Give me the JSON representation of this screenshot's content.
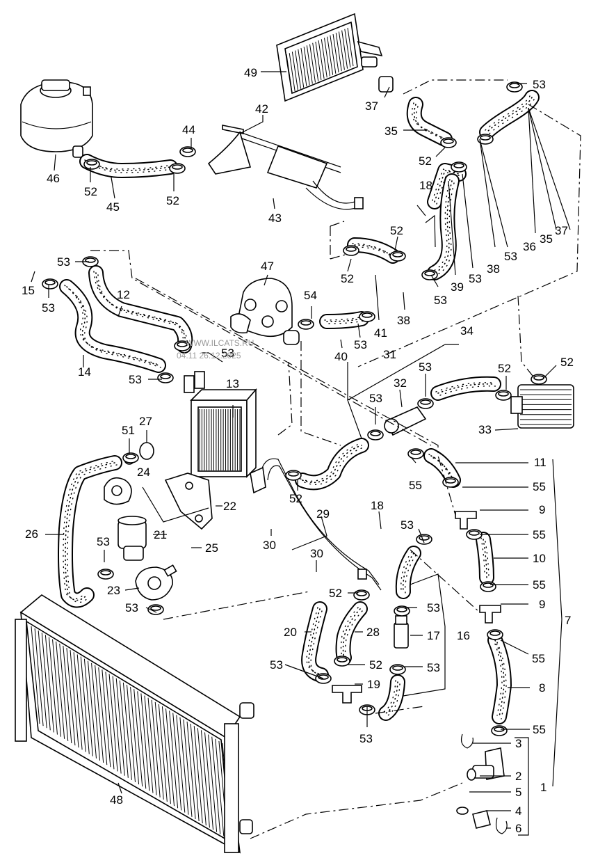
{
  "watermark": {
    "line1": "WWW.ILCATS.RU",
    "line2": "04.11 26.12.2025"
  },
  "callouts": [
    {
      "id": "c49",
      "text": "49"
    },
    {
      "id": "c53a",
      "text": "53"
    },
    {
      "id": "c37a",
      "text": "37"
    },
    {
      "id": "c35a",
      "text": "35"
    },
    {
      "id": "c52a",
      "text": "52"
    },
    {
      "id": "c18a",
      "text": "18"
    },
    {
      "id": "c36",
      "text": "36"
    },
    {
      "id": "c35b",
      "text": "35"
    },
    {
      "id": "c37b",
      "text": "37"
    },
    {
      "id": "c38a",
      "text": "38"
    },
    {
      "id": "c53b",
      "text": "53"
    },
    {
      "id": "c39",
      "text": "39"
    },
    {
      "id": "c53c",
      "text": "53"
    },
    {
      "id": "c46",
      "text": "46"
    },
    {
      "id": "c42",
      "text": "42"
    },
    {
      "id": "c44",
      "text": "44"
    },
    {
      "id": "c52b",
      "text": "52"
    },
    {
      "id": "c45",
      "text": "45"
    },
    {
      "id": "c52c",
      "text": "52"
    },
    {
      "id": "c43",
      "text": "43"
    },
    {
      "id": "c52d",
      "text": "52"
    },
    {
      "id": "c52e",
      "text": "52"
    },
    {
      "id": "c53d",
      "text": "53"
    },
    {
      "id": "c53e",
      "text": "53"
    },
    {
      "id": "c15",
      "text": "15"
    },
    {
      "id": "c53f",
      "text": "53"
    },
    {
      "id": "c47",
      "text": "47"
    },
    {
      "id": "c12",
      "text": "12"
    },
    {
      "id": "c54",
      "text": "54"
    },
    {
      "id": "c41",
      "text": "41"
    },
    {
      "id": "c38b",
      "text": "38"
    },
    {
      "id": "c53g",
      "text": "53"
    },
    {
      "id": "c40",
      "text": "40"
    },
    {
      "id": "c34",
      "text": "34"
    },
    {
      "id": "c14",
      "text": "14"
    },
    {
      "id": "c53h",
      "text": "53"
    },
    {
      "id": "c53i",
      "text": "53"
    },
    {
      "id": "c31",
      "text": "31"
    },
    {
      "id": "c53j",
      "text": "53"
    },
    {
      "id": "c32",
      "text": "32"
    },
    {
      "id": "c52f",
      "text": "52"
    },
    {
      "id": "c52g",
      "text": "52"
    },
    {
      "id": "c53k",
      "text": "53"
    },
    {
      "id": "c13",
      "text": "13"
    },
    {
      "id": "c33",
      "text": "33"
    },
    {
      "id": "c51",
      "text": "51"
    },
    {
      "id": "c27",
      "text": "27"
    },
    {
      "id": "c11",
      "text": "11"
    },
    {
      "id": "c55a",
      "text": "55"
    },
    {
      "id": "c55b",
      "text": "55"
    },
    {
      "id": "c24",
      "text": "24"
    },
    {
      "id": "c52h",
      "text": "52"
    },
    {
      "id": "c22",
      "text": "22"
    },
    {
      "id": "c9a",
      "text": "9"
    },
    {
      "id": "c29",
      "text": "29"
    },
    {
      "id": "c18b",
      "text": "18"
    },
    {
      "id": "c26",
      "text": "26"
    },
    {
      "id": "c21",
      "text": "21"
    },
    {
      "id": "c30a",
      "text": "30"
    },
    {
      "id": "c53l",
      "text": "53"
    },
    {
      "id": "c55c",
      "text": "55"
    },
    {
      "id": "c53m",
      "text": "53"
    },
    {
      "id": "c25",
      "text": "25"
    },
    {
      "id": "c10",
      "text": "10"
    },
    {
      "id": "c30b",
      "text": "30"
    },
    {
      "id": "c55d",
      "text": "55"
    },
    {
      "id": "c23",
      "text": "23"
    },
    {
      "id": "c52i",
      "text": "52"
    },
    {
      "id": "c9b",
      "text": "9"
    },
    {
      "id": "c53n",
      "text": "53"
    },
    {
      "id": "c53o",
      "text": "53"
    },
    {
      "id": "c7",
      "text": "7"
    },
    {
      "id": "c20",
      "text": "20"
    },
    {
      "id": "c28",
      "text": "28"
    },
    {
      "id": "c17",
      "text": "17"
    },
    {
      "id": "c16",
      "text": "16"
    },
    {
      "id": "c55e",
      "text": "55"
    },
    {
      "id": "c53p",
      "text": "53"
    },
    {
      "id": "c52j",
      "text": "52"
    },
    {
      "id": "c53q",
      "text": "53"
    },
    {
      "id": "c19",
      "text": "19"
    },
    {
      "id": "c8",
      "text": "8"
    },
    {
      "id": "c53r",
      "text": "53"
    },
    {
      "id": "c55f",
      "text": "55"
    },
    {
      "id": "c3",
      "text": "3"
    },
    {
      "id": "c2",
      "text": "2"
    },
    {
      "id": "c48",
      "text": "48"
    },
    {
      "id": "c1",
      "text": "1"
    },
    {
      "id": "c5",
      "text": "5"
    },
    {
      "id": "c4",
      "text": "4"
    },
    {
      "id": "c6",
      "text": "6"
    }
  ]
}
